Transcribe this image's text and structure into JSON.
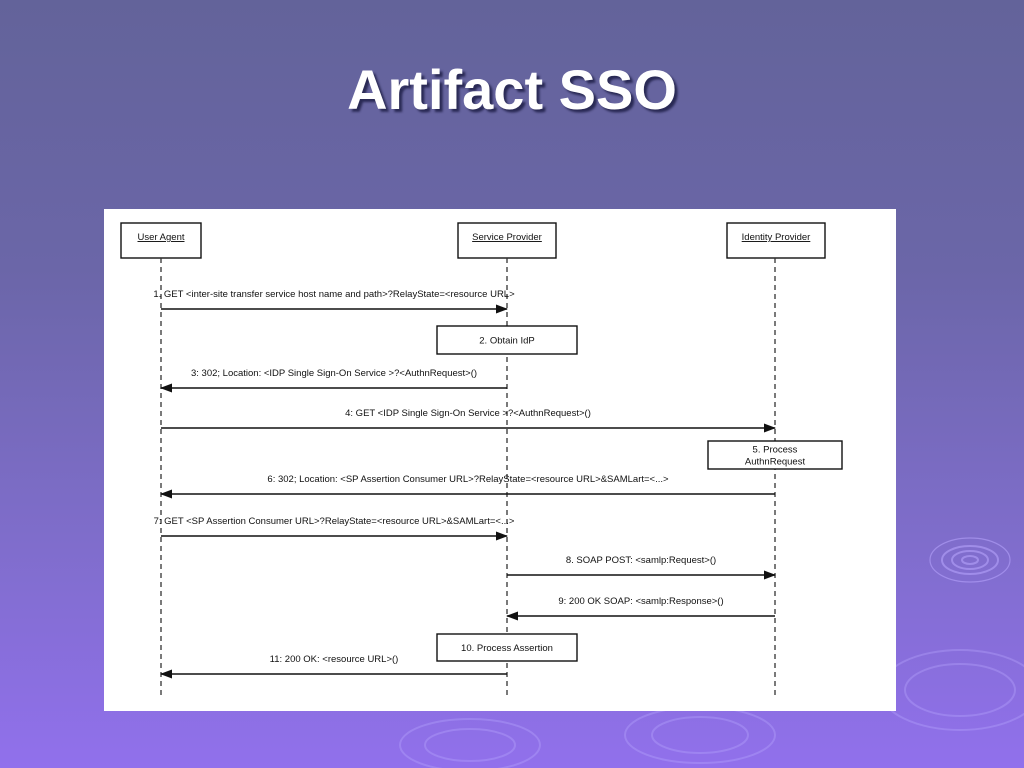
{
  "slide": {
    "title": "Artifact SSO",
    "colors": {
      "background_top": "#63639a",
      "background_bottom": "#9170ec",
      "title_text": "#ffffff"
    }
  },
  "diagram": {
    "participants": [
      {
        "id": "ua",
        "name": "User Agent"
      },
      {
        "id": "sp",
        "name": "Service Provider"
      },
      {
        "id": "idp",
        "name": "Identity Provider"
      }
    ],
    "messages": [
      {
        "from": "ua",
        "to": "sp",
        "label": "1. GET <inter-site transfer service host name and path>?RelayState=<resource URL>"
      },
      {
        "from": "sp",
        "to": "ua",
        "label": "3: 302; Location: <IDP Single Sign-On Service >?<AuthnRequest>()"
      },
      {
        "from": "ua",
        "to": "idp",
        "label": "4: GET <IDP Single Sign-On Service >?<AuthnRequest>()"
      },
      {
        "from": "idp",
        "to": "ua",
        "label": "6: 302; Location: <SP Assertion Consumer URL>?RelayState=<resource URL>&SAMLart=<...>"
      },
      {
        "from": "ua",
        "to": "sp",
        "label": "7: GET <SP Assertion Consumer URL>?RelayState=<resource URL>&SAMLart=<...>"
      },
      {
        "from": "sp",
        "to": "idp",
        "label": "8. SOAP POST: <samlp:Request>()"
      },
      {
        "from": "idp",
        "to": "sp",
        "label": "9: 200 OK SOAP: <samlp:Response>()"
      },
      {
        "from": "sp",
        "to": "ua",
        "label": "11: 200 OK: <resource URL>()"
      }
    ],
    "activities": [
      {
        "on": "sp",
        "lines": [
          "2. Obtain IdP"
        ]
      },
      {
        "on": "idp",
        "lines": [
          "5. Process",
          "AuthnRequest"
        ]
      },
      {
        "on": "sp",
        "lines": [
          "10. Process Assertion"
        ]
      }
    ]
  }
}
